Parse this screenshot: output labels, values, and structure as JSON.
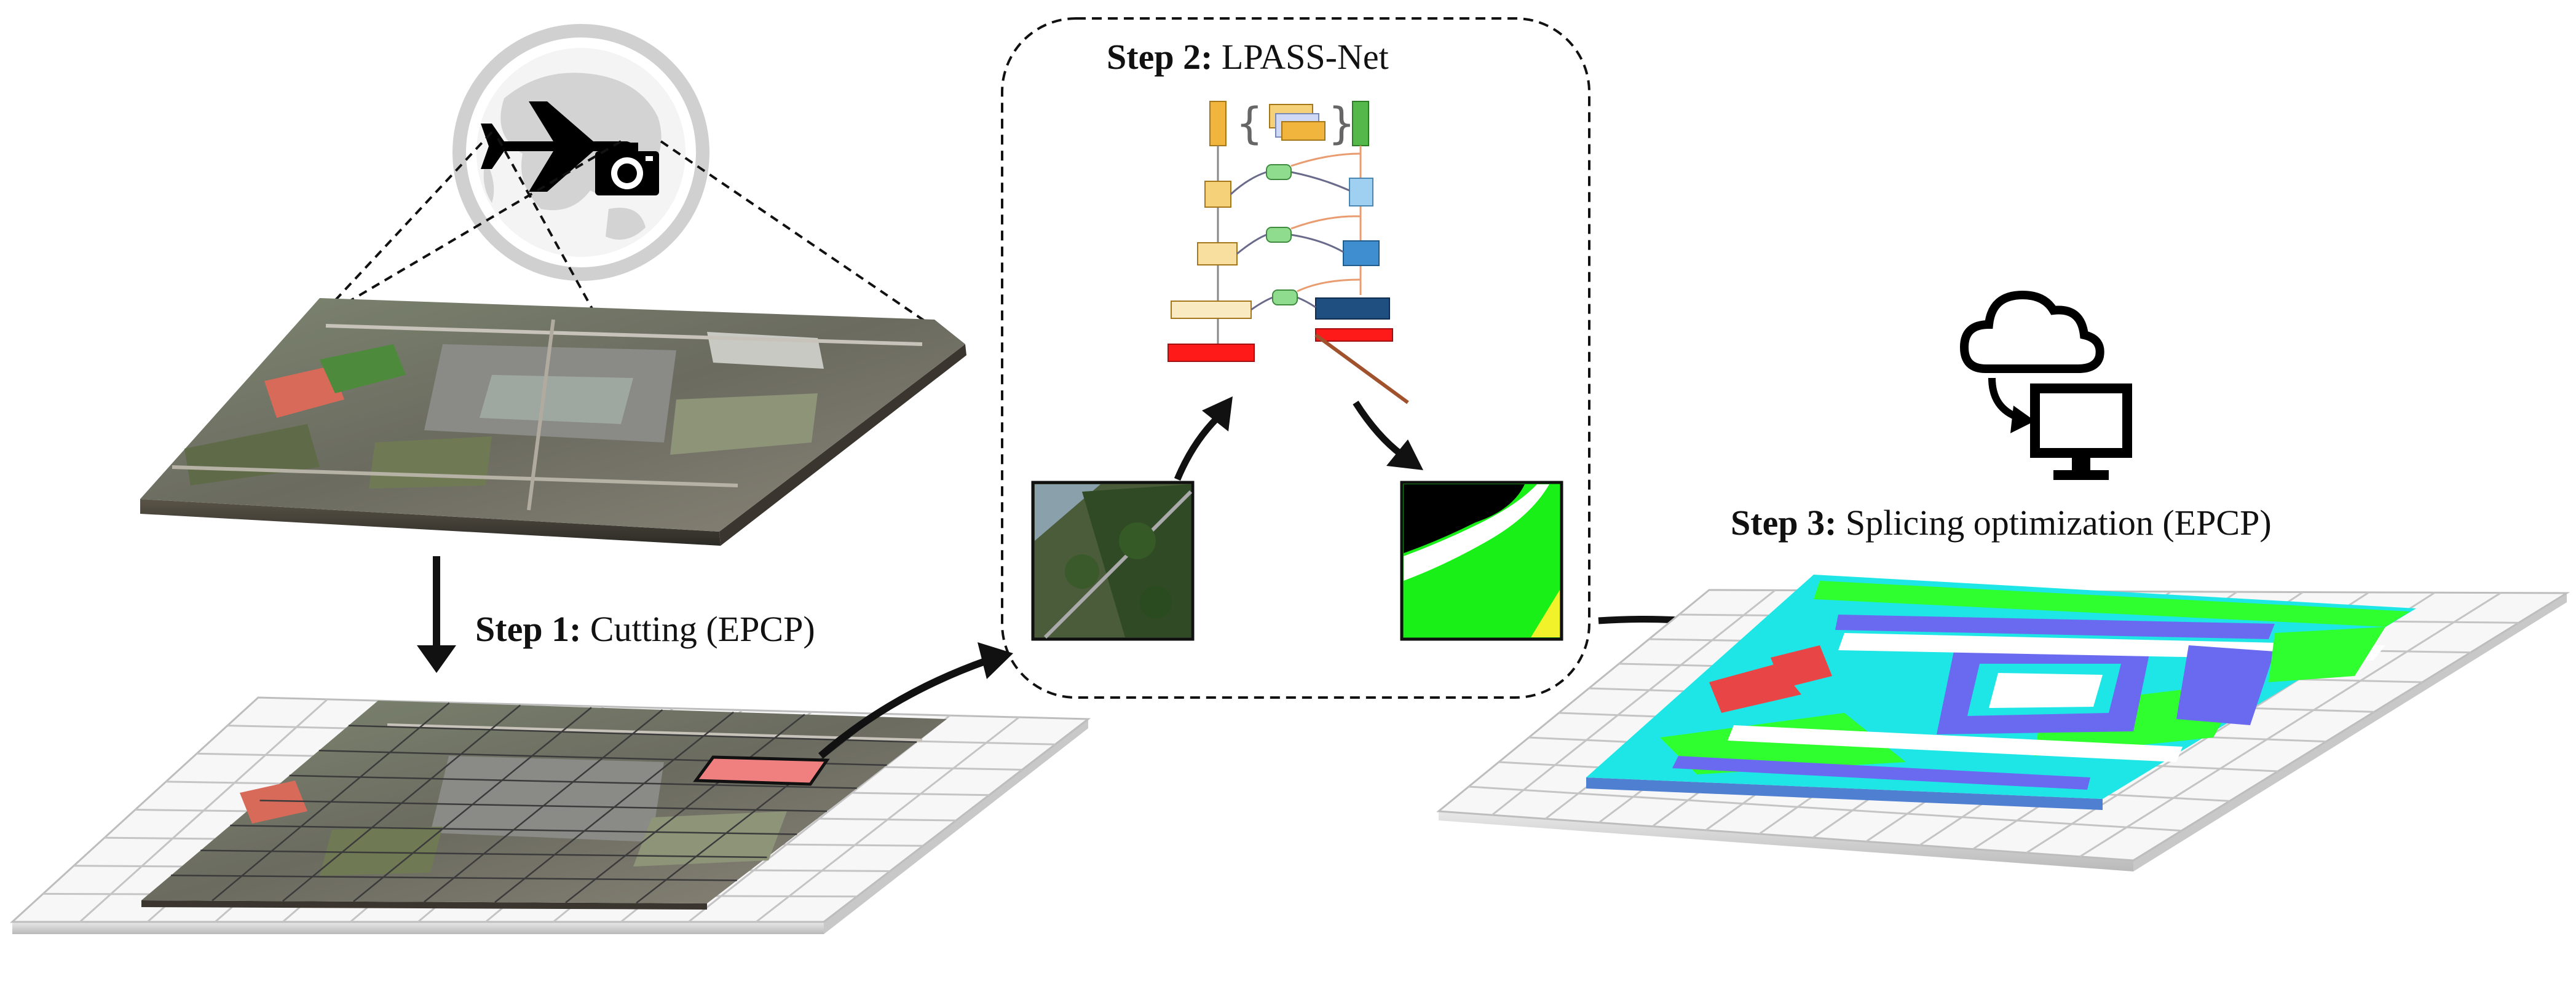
{
  "diagram": {
    "steps": [
      {
        "id": "step1",
        "bold": "Step 1:",
        "text": " Cutting (EPCP)"
      },
      {
        "id": "step2",
        "bold": "Step 2:",
        "text": " LPASS-Net"
      },
      {
        "id": "step3",
        "bold": "Step 3:",
        "text": " Splicing optimization (EPCP)"
      }
    ],
    "icons": [
      "globe-icon",
      "airplane-icon",
      "camera-icon",
      "cloud-icon",
      "monitor-icon"
    ],
    "colors": {
      "vegetation": "#2fff2f",
      "building": "#6a6af0",
      "impervious": "#ffffff",
      "water": "#1fe6e6",
      "bare_land": "#e84646",
      "highlight_patch": "#f08080",
      "encoder_block": "#f5d27a",
      "decoder_block": "#4f9fd8",
      "output_block": "#ff1a1a",
      "attention_block": "#8fdc8f",
      "globe_gray": "#d3d3d3"
    }
  }
}
